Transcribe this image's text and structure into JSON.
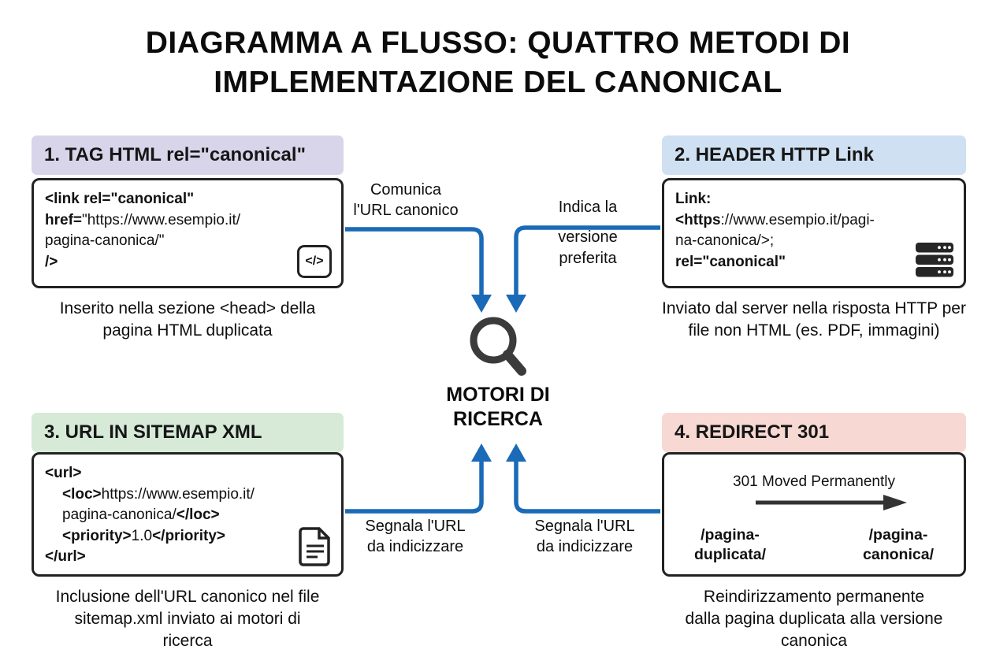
{
  "title": {
    "line1": "DIAGRAMMA A FLUSSO: QUATTRO METODI DI",
    "line2": "IMPLEMENTAZIONE DEL CANONICAL"
  },
  "center": {
    "line1": "MOTORI DI",
    "line2": "RICERCA"
  },
  "cards": {
    "tag_html": {
      "header": "1. TAG HTML rel=\"canonical\"",
      "code": {
        "l1": "<link rel=\"canonical\"",
        "l2_bold": "href=",
        "l2_rest": "\"https://www.esempio.it/",
        "l3": "pagina-canonica/\"",
        "l4": "/>"
      },
      "caption": "Inserito nella sezione <head> della pagina HTML duplicata"
    },
    "header_http": {
      "header": "2. HEADER HTTP Link",
      "code": {
        "l1": "Link:",
        "l2_bold": "<https",
        "l2_rest": "://www.esempio.it/pagi-",
        "l3": "na-canonica/>;",
        "l4": "rel=\"canonical\""
      },
      "caption": "Inviato dal server nella risposta HTTP per file non HTML (es. PDF, immagini)"
    },
    "sitemap": {
      "header": "3. URL IN SITEMAP XML",
      "code": {
        "l1": "<url>",
        "l2_bold": "<loc>",
        "l2_rest": "https://www.esempio.it/",
        "l3_rest": "pagina-canonica/",
        "l3_bold": "</loc>",
        "l4_b1": "<priority>",
        "l4_mid": "1.0",
        "l4_b2": "</priority>",
        "l5": "</url>"
      },
      "caption": "Inclusione dell'URL canonico nel file sitemap.xml inviato ai motori di ricerca"
    },
    "redirect": {
      "header": "4. REDIRECT 301",
      "status": "301 Moved Permanently",
      "from_l1": "/pagina-",
      "from_l2": "duplicata/",
      "to_l1": "/pagina-",
      "to_l2": "canonica/",
      "caption": "Reindirizzamento permanente dalla pagina duplicata alla versione canonica"
    }
  },
  "arrows": {
    "comunica": {
      "l1": "Comunica",
      "l2": "l'URL canonico"
    },
    "indica": {
      "l1": "Indica la",
      "l2": "versione",
      "l3": "preferita"
    },
    "segnala_sx": {
      "l1": "Segnala l'URL",
      "l2": "da indicizzare"
    },
    "segnala_dx": {
      "l1": "Segnala l'URL",
      "l2": "da indicizzare"
    }
  },
  "icons": {
    "code_glyph": "</>",
    "card2": "server-icon",
    "card3": "document-icon",
    "center": "search-icon"
  },
  "colors": {
    "header_tag": "#d8d5ea",
    "header_http": "#cfe0f2",
    "header_sitemap": "#d6ead7",
    "header_redirect": "#f7d8d3",
    "arrow_blue": "#1a6ab8",
    "border_dark": "#222222"
  }
}
